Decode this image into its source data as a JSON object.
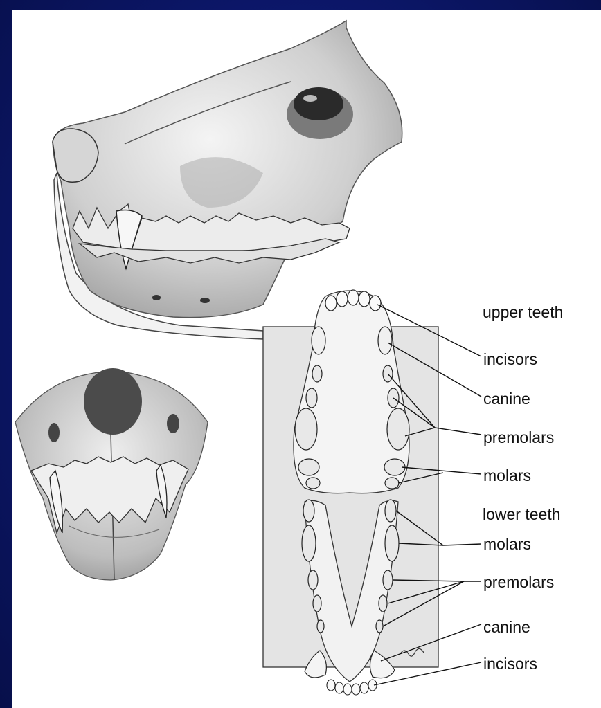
{
  "figure": {
    "labels": {
      "upper_teeth": "upper teeth",
      "upper_incisors": "incisors",
      "upper_canine": "canine",
      "upper_premolars": "premolars",
      "upper_molars": "molars",
      "lower_teeth": "lower teeth",
      "lower_molars": "molars",
      "lower_premolars": "premolars",
      "lower_canine": "canine",
      "lower_incisors": "incisors"
    }
  },
  "colors": {
    "slide_background": "#0b1560",
    "panel_background": "#ffffff",
    "jaw_inset": "#e4e4e4",
    "ink": "#222222"
  }
}
